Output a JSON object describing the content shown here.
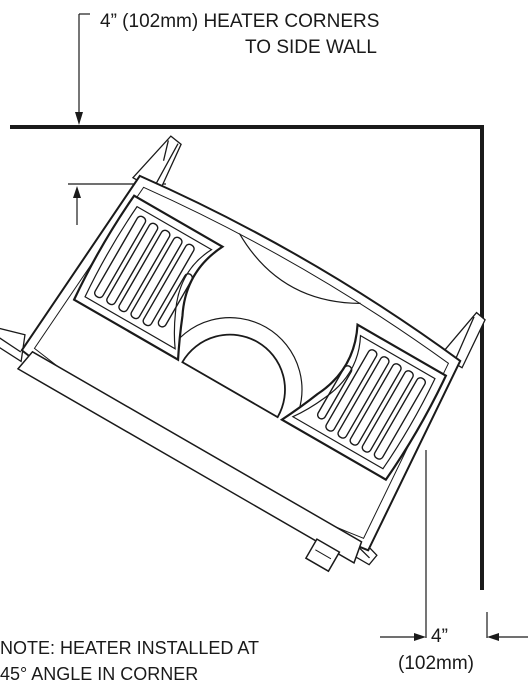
{
  "diagram": {
    "top_label": {
      "line1": "4” (102mm) HEATER CORNERS",
      "line2": "TO SIDE WALL"
    },
    "note": {
      "line1": "NOTE: HEATER INSTALLED AT",
      "line2": "45° ANGLE IN CORNER"
    },
    "side_label": {
      "line1": "4”",
      "line2": "(102mm)"
    }
  }
}
